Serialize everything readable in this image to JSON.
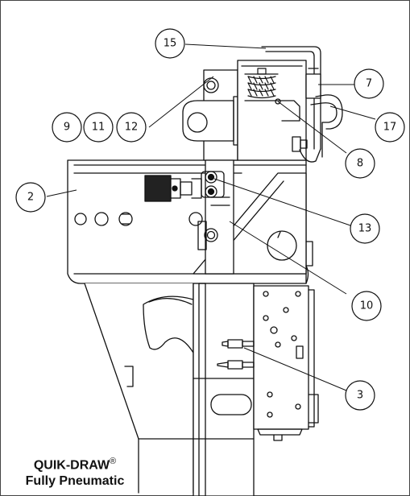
{
  "callouts": {
    "c15": "15",
    "c7": "7",
    "c9": "9",
    "c11": "11",
    "c12": "12",
    "c17": "17",
    "c8": "8",
    "c2": "2",
    "c13": "13",
    "c10": "10",
    "c3": "3"
  },
  "caption": {
    "line1": "QUIK-DRAW",
    "mark": "®",
    "line2": "Fully Pneumatic"
  }
}
